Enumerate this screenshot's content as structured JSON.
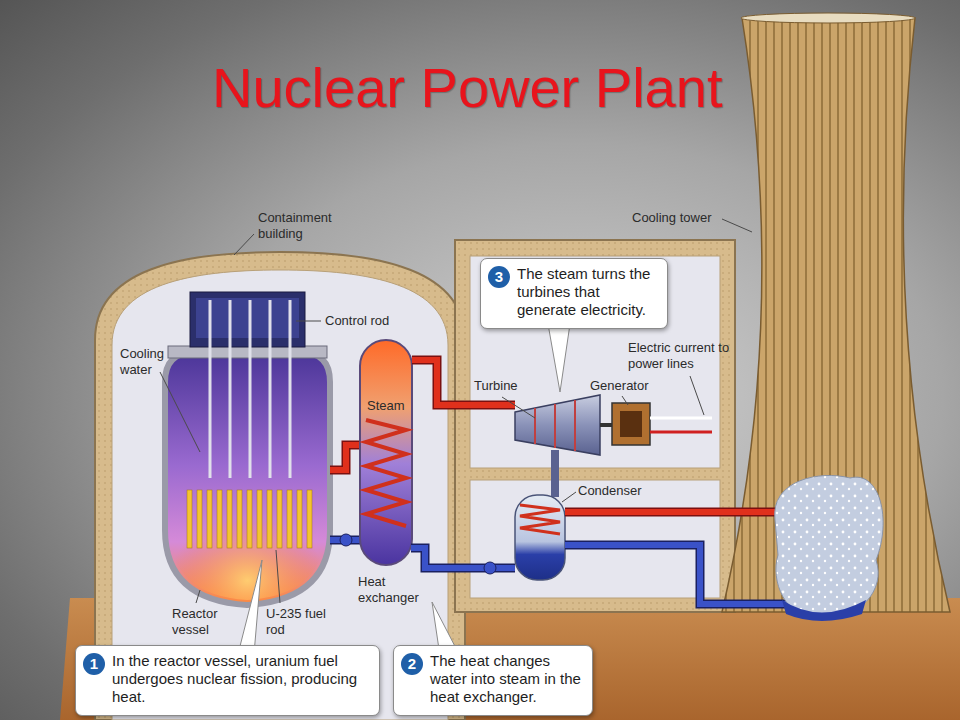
{
  "diagram": {
    "title": "Nuclear Power Plant",
    "nodes": [
      {
        "text": [
          "1",
          "In the reactor vessel, uranium fuel undergoes nuclear fission, producing heat."
        ]
      },
      {
        "text": [
          "2",
          "The heat changes water into steam in the heat exchanger."
        ]
      },
      {
        "text": [
          "3",
          "The steam turns the turbines that generate electricity."
        ]
      }
    ],
    "labels": [
      "Containment building",
      "Control rod",
      "Cooling water",
      "Steam",
      "Turbine",
      "Generator",
      "Electric current to power lines",
      "Condenser",
      "Heat exchanger",
      "Reactor vessel",
      "U-235 fuel rod",
      "Cooling tower"
    ]
  }
}
